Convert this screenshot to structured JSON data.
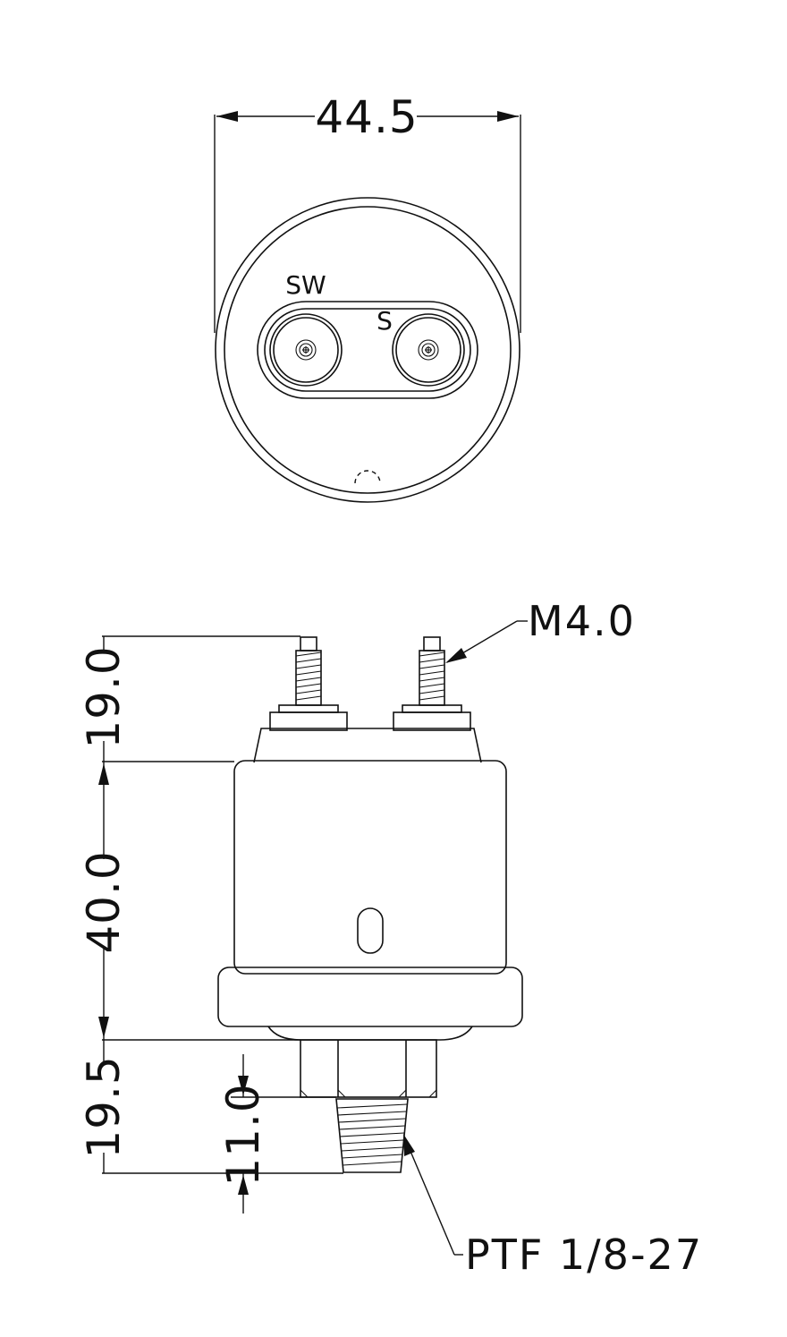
{
  "top_view": {
    "diameter_label": "44.5",
    "terminal_left_label": "SW",
    "terminal_right_label": "S"
  },
  "side_view": {
    "dim_terminal_height": "19.0",
    "dim_body_height": "40.0",
    "dim_lower_height": "19.5",
    "dim_thread_length": "11.0",
    "callout_terminal_thread": "M4.0",
    "callout_pipe_thread": "PTF 1/8-27"
  }
}
